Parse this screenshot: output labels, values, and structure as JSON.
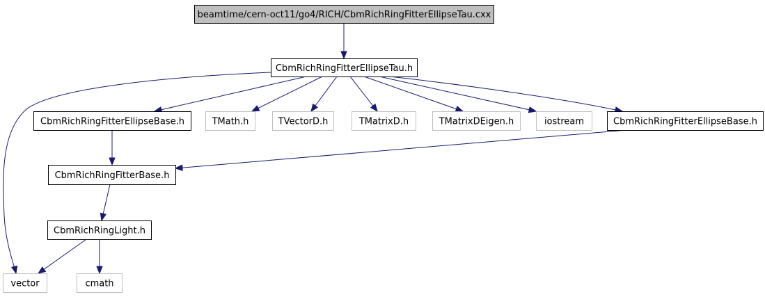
{
  "graph": {
    "edge_color": "#191970",
    "nodes": [
      {
        "id": "root",
        "label": "beamtime/cern-oct11/go4/RICH/CbmRichRingFitterEllipseTau.cxx",
        "kind": "root"
      },
      {
        "id": "tau_h",
        "label": "CbmRichRingFitterEllipseTau.h",
        "kind": "documented"
      },
      {
        "id": "base1",
        "label": "CbmRichRingFitterEllipseBase.h",
        "kind": "documented"
      },
      {
        "id": "tmath",
        "label": "TMath.h",
        "kind": "external"
      },
      {
        "id": "tvecd",
        "label": "TVectorD.h",
        "kind": "external"
      },
      {
        "id": "tmatd",
        "label": "TMatrixD.h",
        "kind": "external"
      },
      {
        "id": "tmatde",
        "label": "TMatrixDEigen.h",
        "kind": "external"
      },
      {
        "id": "iostr",
        "label": "iostream",
        "kind": "external"
      },
      {
        "id": "base2",
        "label": "CbmRichRingFitterEllipseBase.h",
        "kind": "documented"
      },
      {
        "id": "fitb",
        "label": "CbmRichRingFitterBase.h",
        "kind": "documented"
      },
      {
        "id": "light",
        "label": "CbmRichRingLight.h",
        "kind": "documented"
      },
      {
        "id": "vector",
        "label": "vector",
        "kind": "external"
      },
      {
        "id": "cmath",
        "label": "cmath",
        "kind": "external"
      }
    ],
    "edges": [
      {
        "from": "root",
        "to": "tau_h"
      },
      {
        "from": "tau_h",
        "to": "vector"
      },
      {
        "from": "tau_h",
        "to": "base1"
      },
      {
        "from": "tau_h",
        "to": "tmath"
      },
      {
        "from": "tau_h",
        "to": "tvecd"
      },
      {
        "from": "tau_h",
        "to": "tmatd"
      },
      {
        "from": "tau_h",
        "to": "tmatde"
      },
      {
        "from": "tau_h",
        "to": "iostr"
      },
      {
        "from": "tau_h",
        "to": "base2"
      },
      {
        "from": "base1",
        "to": "fitb"
      },
      {
        "from": "base2",
        "to": "fitb"
      },
      {
        "from": "fitb",
        "to": "light"
      },
      {
        "from": "light",
        "to": "vector"
      },
      {
        "from": "light",
        "to": "cmath"
      }
    ]
  }
}
